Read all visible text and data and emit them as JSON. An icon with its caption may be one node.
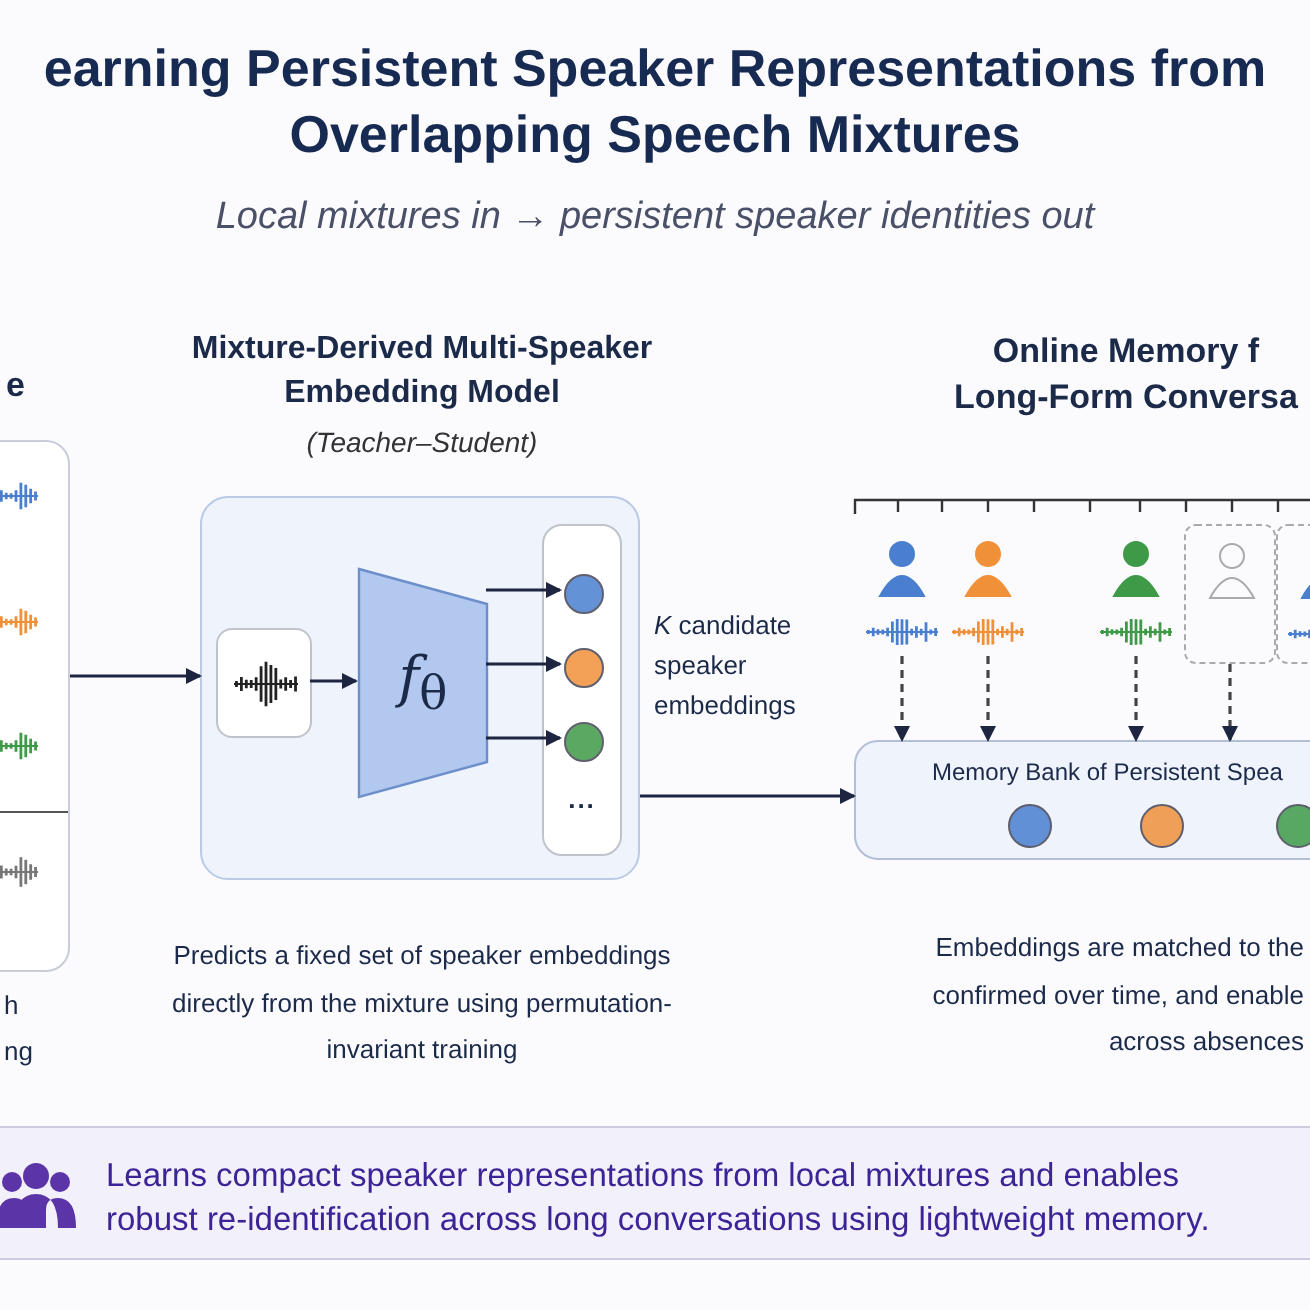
{
  "diagram": {
    "title": "earning Persistent Speaker Representations from Overlapping Speech Mixtures",
    "nodes": [
      {
        "text": [
          "e"
        ],
        "beside": [
          "h ng"
        ]
      },
      {
        "text": [
          "Mixture-Derived Multi-Speaker Embedding Model",
          "(Teacher–Student)"
        ],
        "beside": [
          "Predicts a fixed set of speaker embeddings directly from the mixture using permutation-invariant training"
        ]
      },
      {
        "text": [],
        "shape": "picture",
        "in": 1
      },
      {
        "text": [
          "*f*$_{θ}$"
        ],
        "in": 1
      },
      {
        "text": [],
        "shape": "box",
        "in": 1
      },
      {
        "text": [],
        "shape": "circle",
        "in": 4
      },
      {
        "text": [],
        "shape": "circle",
        "in": 4
      },
      {
        "text": [],
        "shape": "circle",
        "in": 4
      },
      {
        "text": [],
        "shape": "person"
      },
      {
        "text": [],
        "shape": "person"
      },
      {
        "text": [],
        "shape": "person"
      },
      {
        "text": [],
        "shape": "person"
      },
      {
        "text": [],
        "shape": "person"
      },
      {
        "text": [
          "Memory Bank of Persistent Spea"
        ]
      },
      {
        "text": [],
        "shape": "circle",
        "in": 13
      },
      {
        "text": [],
        "shape": "circle",
        "in": 13
      },
      {
        "text": [],
        "shape": "circle",
        "in": 13
      },
      {
        "text": [
          "Learns compact speaker representations from local mixtures and enables robust re-identification across long conversations using lightweight memory."
        ]
      }
    ],
    "edges": [
      {
        "from": 0,
        "to": 1,
        "arrow": "to"
      },
      {
        "from": 2,
        "to": 3,
        "arrow": "to"
      },
      {
        "from": 3,
        "to": 5,
        "arrow": "to"
      },
      {
        "from": 3,
        "to": 6,
        "arrow": "to"
      },
      {
        "from": 3,
        "to": 7,
        "arrow": "to"
      },
      {
        "from": 1,
        "to": 13,
        "arrow": "to"
      },
      {
        "from": 8,
        "to": 13,
        "arrow": "to",
        "style": "dashed"
      },
      {
        "from": 9,
        "to": 13,
        "arrow": "to",
        "style": "dashed"
      },
      {
        "from": 10,
        "to": 13,
        "arrow": "to",
        "style": "dashed"
      },
      {
        "from": 11,
        "to": 13,
        "arrow": "to",
        "style": "dashed"
      }
    ],
    "labels": [
      "Local mixtures in → persistent speaker identities out",
      "*K* candidate speaker embeddings",
      "...",
      "Online Memory f Long-Form Conversa",
      "Embeddings are matched to the confirmed over time, and enable across absences"
    ]
  }
}
